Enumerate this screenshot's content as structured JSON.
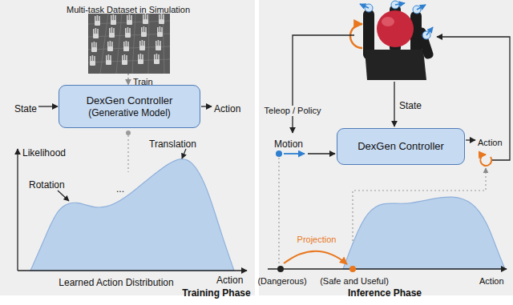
{
  "diagram": {
    "nodes": [
      {
        "text": [
          "Training Phase"
        ]
      },
      {
        "text": [
          "Multi-task Dataset in Simulation"
        ],
        "in": 0
      },
      {
        "text": [
          "DexGen Controller",
          "(Generative Model)"
        ],
        "in": 0
      },
      {
        "text": [
          "Inference Phase"
        ]
      },
      {
        "text": [
          "DexGen Controller"
        ],
        "in": 3
      }
    ],
    "edges": [
      {
        "from": 1,
        "to": 2,
        "arrow": "to",
        "label": "Train"
      }
    ],
    "labels": [
      "State",
      "Action",
      "Likelihood",
      "Rotation",
      "...",
      "Translation",
      "Action",
      "Learned Action Distribution",
      "Teleop / Policy",
      "State",
      "Motion",
      "Action",
      "Projection",
      "(Dangerous)",
      "(Safe and Useful)",
      "Action"
    ]
  }
}
